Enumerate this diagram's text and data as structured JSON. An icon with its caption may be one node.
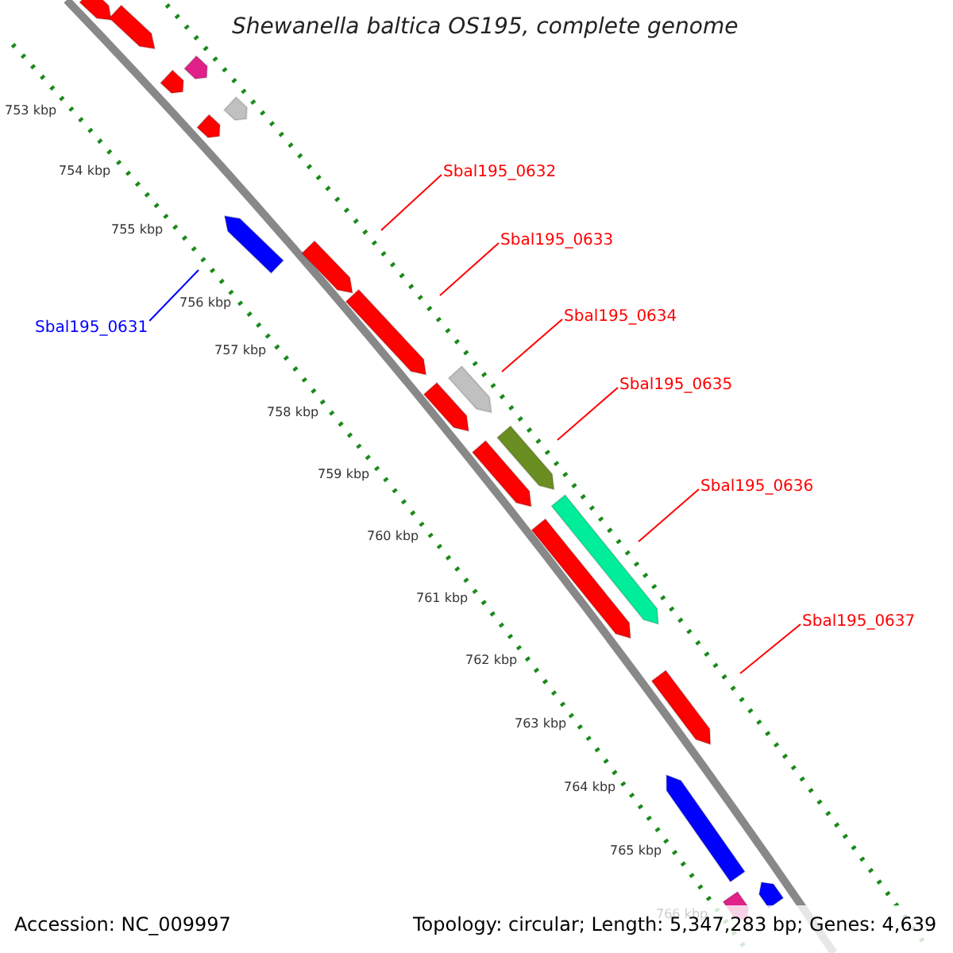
{
  "diagram": {
    "title": "Shewanella baltica OS195, complete genome",
    "nodes": [
      {
        "text": [
          "Sbal195_0632"
        ]
      },
      {
        "text": [
          "Sbal195_0633"
        ]
      },
      {
        "text": [
          "Sbal195_0634"
        ]
      },
      {
        "text": [
          "Sbal195_0631"
        ]
      },
      {
        "text": [
          "Sbal195_0635"
        ]
      },
      {
        "text": [
          "Sbal195_0636"
        ]
      },
      {
        "text": [
          "Sbal195_0637"
        ]
      }
    ],
    "edges": [
      {
        "from": 0,
        "to": null,
        "arrow": "none"
      },
      {
        "from": 1,
        "to": null,
        "arrow": "none"
      },
      {
        "from": 2,
        "to": null,
        "arrow": "none"
      },
      {
        "from": 3,
        "to": null,
        "arrow": "none",
        "color": "#0000ff"
      },
      {
        "from": 4,
        "to": null,
        "arrow": "none"
      },
      {
        "from": 5,
        "to": null,
        "arrow": "none"
      },
      {
        "from": 6,
        "to": null,
        "arrow": "none"
      }
    ],
    "labels": [
      "753 kbp",
      "754 kbp",
      "755 kbp",
      "756 kbp",
      "757 kbp",
      "758 kbp",
      "759 kbp",
      "760 kbp",
      "761 kbp",
      "762 kbp",
      "763 kbp",
      "764 kbp",
      "765 kbp",
      "766 kbp",
      "Accession: NC_009997",
      "Topology: circular; Length: 5,347,283 bp; Genes: 4,639"
    ]
  }
}
